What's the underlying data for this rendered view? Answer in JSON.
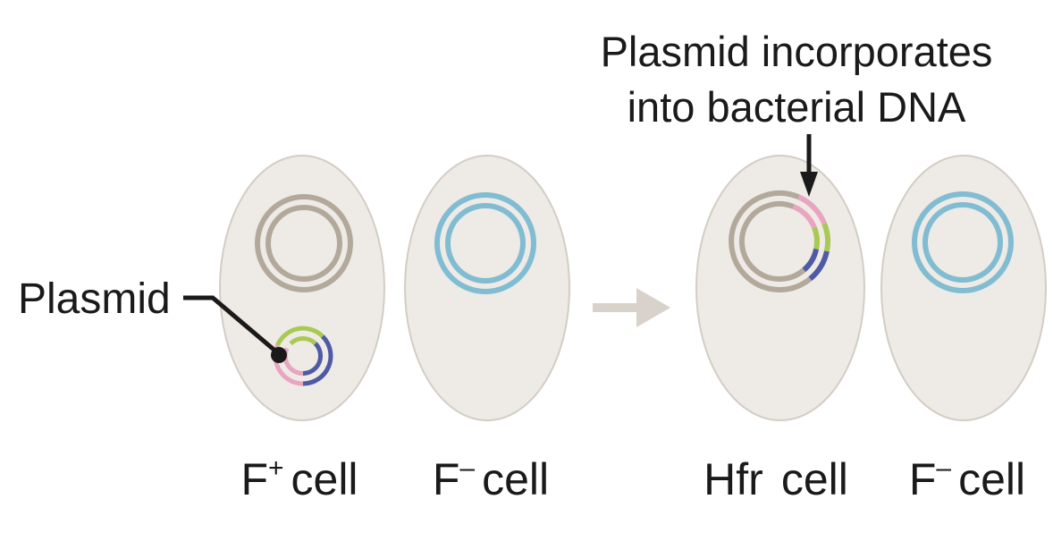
{
  "annotations": {
    "plasmid_label": "Plasmid",
    "incorporation_line1": "Plasmid incorporates",
    "incorporation_line2": "into bacterial DNA"
  },
  "cells": [
    {
      "prefix": "F",
      "superscript": "+",
      "suffix": "cell"
    },
    {
      "prefix": "F",
      "superscript": "–",
      "suffix": "cell"
    },
    {
      "prefix": "Hfr",
      "superscript": "",
      "suffix": "cell"
    },
    {
      "prefix": "F",
      "superscript": "–",
      "suffix": "cell"
    }
  ],
  "colors": {
    "cell_fill": "#eeeae6",
    "cell_outline": "#d3cdc6",
    "chromosome_donor": "#b2a99b",
    "chromosome_recipient": "#80bcd2",
    "plasmid_pink": "#e9a4c0",
    "plasmid_green": "#a9c954",
    "plasmid_blue": "#4e5aa5",
    "arrow": "#d9d2cb",
    "leader_line": "#1a1a1a"
  },
  "icons": {
    "process_arrow": "right-arrow-icon",
    "pointer_arrow": "down-arrow-icon"
  }
}
